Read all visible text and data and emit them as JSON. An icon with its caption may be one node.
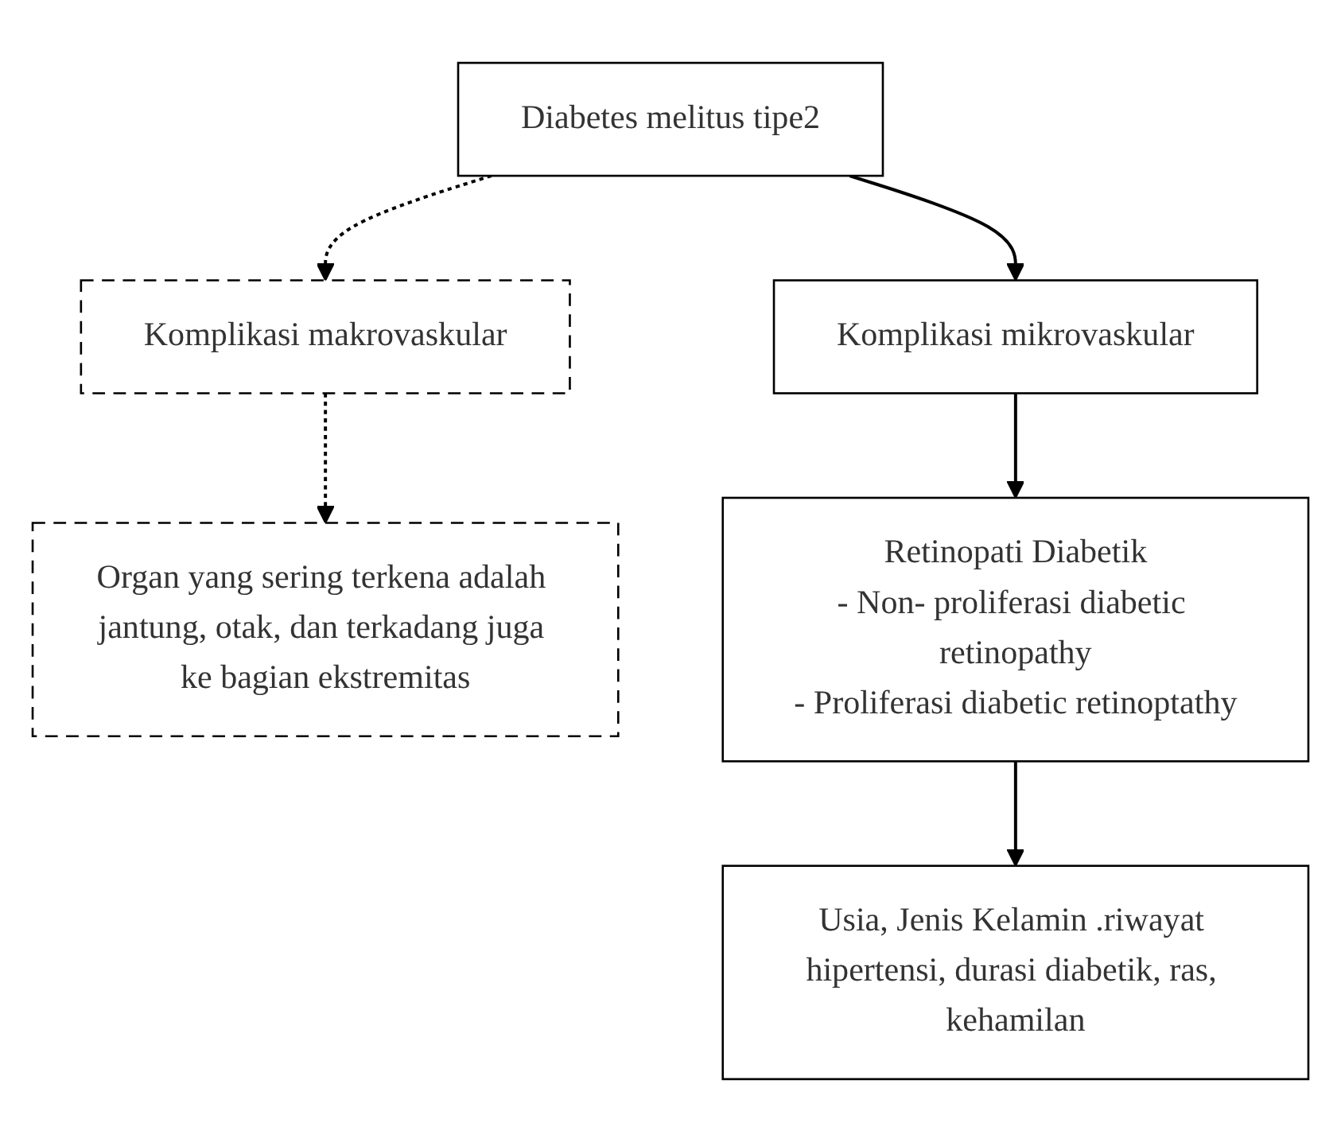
{
  "diagram": {
    "nodes": [
      {
        "text": [
          "Diabetes melitus tipe2"
        ]
      },
      {
        "text": [
          "Komplikasi makrovaskular"
        ]
      },
      {
        "text": [
          "Komplikasi mikrovaskular"
        ]
      },
      {
        "text": [
          "Organ yang sering terkena adalah jantung, otak, dan terkadang juga ke bagian ekstremitas"
        ]
      },
      {
        "text": [
          "Retinopati Diabetik",
          "- Non- proliferasi diabetic retinopathy",
          "- Proliferasi diabetic retinoptathy"
        ]
      },
      {
        "text": [
          "Usia, Jenis Kelamin .riwayat hipertensi, durasi diabetik, ras, kehamilan"
        ]
      }
    ],
    "edges": [
      {
        "from": 0,
        "to": 1,
        "arrow": "to",
        "style": "dashed"
      },
      {
        "from": 0,
        "to": 2,
        "arrow": "to"
      },
      {
        "from": 1,
        "to": 3,
        "arrow": "to",
        "style": "dashed"
      },
      {
        "from": 2,
        "to": 4,
        "arrow": "to"
      },
      {
        "from": 4,
        "to": 5,
        "arrow": "to"
      }
    ]
  }
}
